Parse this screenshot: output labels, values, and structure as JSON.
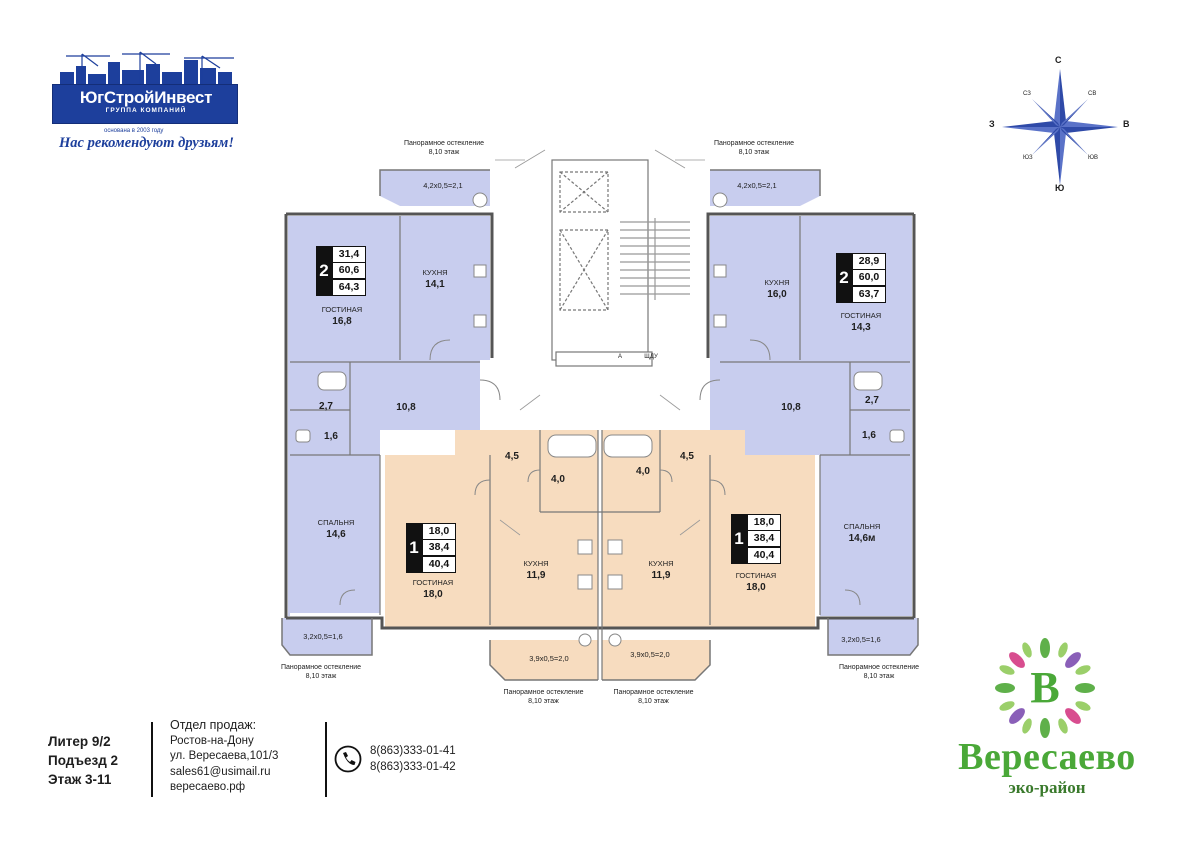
{
  "logo": {
    "title": "ЮгСтройИнвест",
    "subtitle": "ГРУППА КОМПАНИЙ",
    "founded": "основана в 2003 году",
    "slogan": "Нас рекомендуют друзьям!"
  },
  "compass": {
    "north": "С",
    "south": "Ю",
    "east": "В",
    "west": "З",
    "nw": "СЗ",
    "ne": "СВ",
    "sw": "ЮЗ",
    "se": "ЮВ"
  },
  "colors": {
    "blue_apartment": "#c8cdee",
    "orange_apartment": "#f7dcbf",
    "brand_green": "#4aa838",
    "logo_blue": "#1d3f9c"
  },
  "plan": {
    "glazing_label": "Панорамное остекление",
    "glazing_floors": "8,10 этаж",
    "apt_left_2": {
      "rooms": "2",
      "values": [
        "31,4",
        "60,6",
        "64,3"
      ],
      "balcony": "4,2х0,5=2,1",
      "balcony2": "3,2х0,5=1,6",
      "kitchen_label": "КУХНЯ",
      "kitchen_area": "14,1",
      "living_label": "ГОСТИНАЯ",
      "living_area": "16,8",
      "hall_area": "10,8",
      "bath_area": "2,7",
      "wc_area": "1,6",
      "bedroom_label": "СПАЛЬНЯ",
      "bedroom_area": "14,6"
    },
    "apt_right_2": {
      "rooms": "2",
      "values": [
        "28,9",
        "60,0",
        "63,7"
      ],
      "balcony": "4,2х0,5=2,1",
      "balcony2": "3,2х0,5=1,6",
      "kitchen_label": "КУХНЯ",
      "kitchen_area": "16,0",
      "living_label": "ГОСТИНАЯ",
      "living_area": "14,3",
      "hall_area": "10,8",
      "bath_area": "2,7",
      "wc_area": "1,6",
      "bedroom_label": "СПАЛЬНЯ",
      "bedroom_area": "14,6м"
    },
    "apt_left_1": {
      "rooms": "1",
      "values": [
        "18,0",
        "38,4",
        "40,4"
      ],
      "living_label": "ГОСТИНАЯ",
      "living_area": "18,0",
      "kitchen_label": "КУХНЯ",
      "kitchen_area": "11,9",
      "hall_area": "4,5",
      "bath_area": "4,0",
      "balcony": "3,9х0,5=2,0"
    },
    "apt_right_1": {
      "rooms": "1",
      "values": [
        "18,0",
        "38,4",
        "40,4"
      ],
      "living_label": "ГОСТИНАЯ",
      "living_area": "18,0",
      "kitchen_label": "КУХНЯ",
      "kitchen_area": "11,9",
      "hall_area": "4,5",
      "bath_area": "4,0",
      "balcony": "3,9х0,5=2,0"
    },
    "core": {
      "lift_mark": "А",
      "shaft_mark": "ЩДУ"
    }
  },
  "building": {
    "liter": "Литер 9/2",
    "entrance": "Подъезд 2",
    "floors": "Этаж 3-11"
  },
  "sales": {
    "head": "Отдел продаж:",
    "city": "Ростов-на-Дону",
    "street": "ул. Вересаева,101/3",
    "email": "sales61@usimail.ru",
    "site": "вересаево.рф"
  },
  "phones": [
    "8(863)333-01-41",
    "8(863)333-01-42"
  ],
  "brand": {
    "name": "Вересаево",
    "sub": "эко-район",
    "letter": "В"
  }
}
